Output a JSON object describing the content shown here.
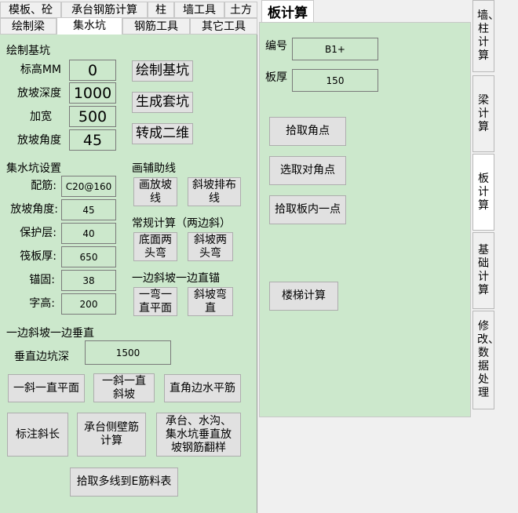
{
  "left_tabs_row1": [
    "模板、砼",
    "承台钢筋计算",
    "柱",
    "墙工具",
    "土方"
  ],
  "left_tabs_row2": [
    "绘制梁",
    "集水坑",
    "钢筋工具",
    "其它工具"
  ],
  "draw_pit": {
    "section_title": "绘制基坑",
    "elevation_label": "标高MM",
    "elevation_value": "0",
    "slope_depth_label": "放坡深度",
    "slope_depth_value": "1000",
    "widen_label": "加宽",
    "widen_value": "500",
    "slope_angle_label": "放坡角度",
    "slope_angle_value": "45",
    "draw_button": "绘制基坑",
    "generate_button": "生成套坑",
    "to2d_button": "转成二维"
  },
  "sump_settings": {
    "section_title": "集水坑设置",
    "rebar_label": "配筋:",
    "rebar_value": "C20@160",
    "slope_angle_label": "放坡角度:",
    "slope_angle_value": "45",
    "cover_label": "保护层:",
    "cover_value": "40",
    "raft_label": "筏板厚:",
    "raft_value": "650",
    "anchor_label": "锚固:",
    "anchor_value": "38",
    "text_height_label": "字高:",
    "text_height_value": "200"
  },
  "aux_lines": {
    "title": "画辅助线",
    "draw_slope_line": "画放坡\n线",
    "slope_layout": "斜坡排布\n线"
  },
  "regular_calc": {
    "title": "常规计算（两边斜）",
    "bottom_bend": "底面两\n头弯",
    "slope_bend": "斜坡两\n头弯"
  },
  "one_slope_anchor": {
    "title": "一边斜坡一边直锚",
    "one_bend_flat": "一弯一\n直平面",
    "slope_bend_straight": "斜坡弯\n直"
  },
  "one_slope_vertical": {
    "title": "一边斜坡一边垂直",
    "depth_label": "垂直边坑深",
    "depth_value": "1500",
    "btn_one_slope_flat": "一斜一直平面",
    "btn_one_slope_slope": "一斜一直\n斜坡",
    "btn_right_angle": "直角边水平筋",
    "btn_mark_slope": "标注斜长",
    "btn_side_wall": "承台侧壁筋\n计算",
    "btn_flip": "承台、水沟、\n集水坑垂直放\n坡钢筋翻样",
    "btn_polyline": "拾取多线到E筋料表"
  },
  "slab_calc": {
    "tab_title": "板计算",
    "code_label": "编号",
    "code_value": "B1+",
    "thickness_label": "板厚",
    "thickness_value": "150",
    "pick_corner": "拾取角点",
    "select_diagonal": "选取对角点",
    "pick_inside": "拾取板内一点",
    "stair_calc": "楼梯计算"
  },
  "right_vtabs": [
    "墙、柱计算",
    "梁计算",
    "板计算",
    "基础计算",
    "修改、数据处理"
  ]
}
